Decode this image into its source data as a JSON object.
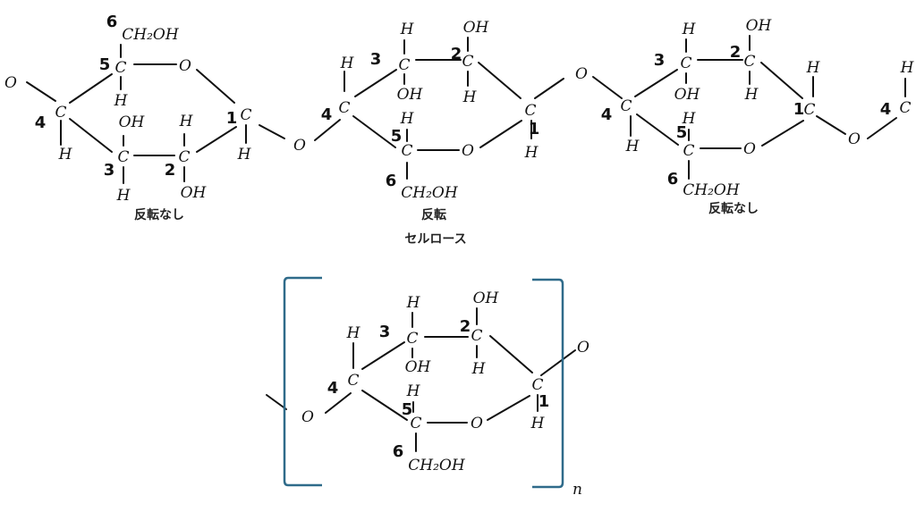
{
  "symbols": {
    "C": "C",
    "H": "H",
    "O": "O",
    "OH": "OH",
    "CH2OH": "CH₂OH"
  },
  "locants": {
    "1": "1",
    "2": "2",
    "3": "3",
    "4": "4",
    "5": "5",
    "6": "6"
  },
  "captions": {
    "unit1": "反転なし",
    "unit2": "反転",
    "unit3": "反転なし",
    "compound": "セルロース"
  },
  "polymer": {
    "repeat_subscript": "n"
  },
  "colors": {
    "ink": "#111111",
    "bracket": "#2f6b8a"
  }
}
